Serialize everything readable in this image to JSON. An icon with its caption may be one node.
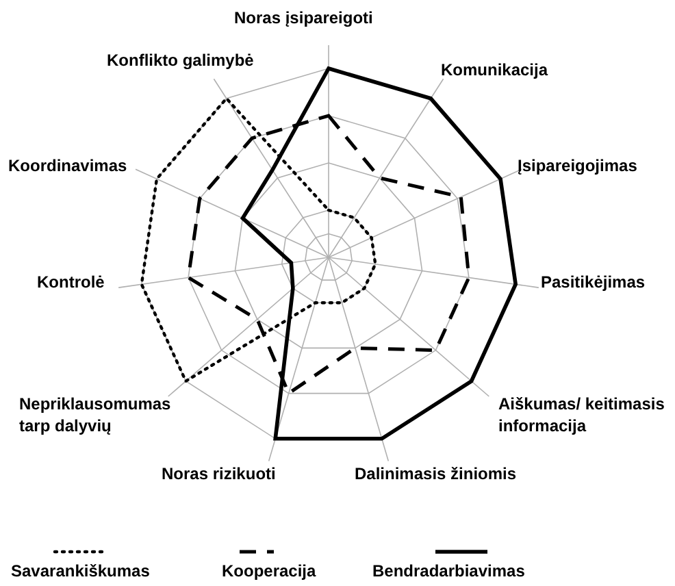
{
  "diagram": {
    "labels": [
      "Noras įsipareigoti",
      "Konflikto galimybė",
      "Komunikacija",
      "Koordinavimas",
      "Įsipareigojimas",
      "Kontrolė",
      "Pasitikėjimas",
      "Nepriklausomumas tarp dalyvių",
      "Aiškumas/ keitimasis informacija",
      "Noras rizikuoti",
      "Dalinimasis žiniomis"
    ],
    "legend": [
      {
        "text": "Savarankiškumas"
      },
      {
        "text": "Kooperacija"
      },
      {
        "text": "Bendradarbiavimas"
      }
    ]
  }
}
